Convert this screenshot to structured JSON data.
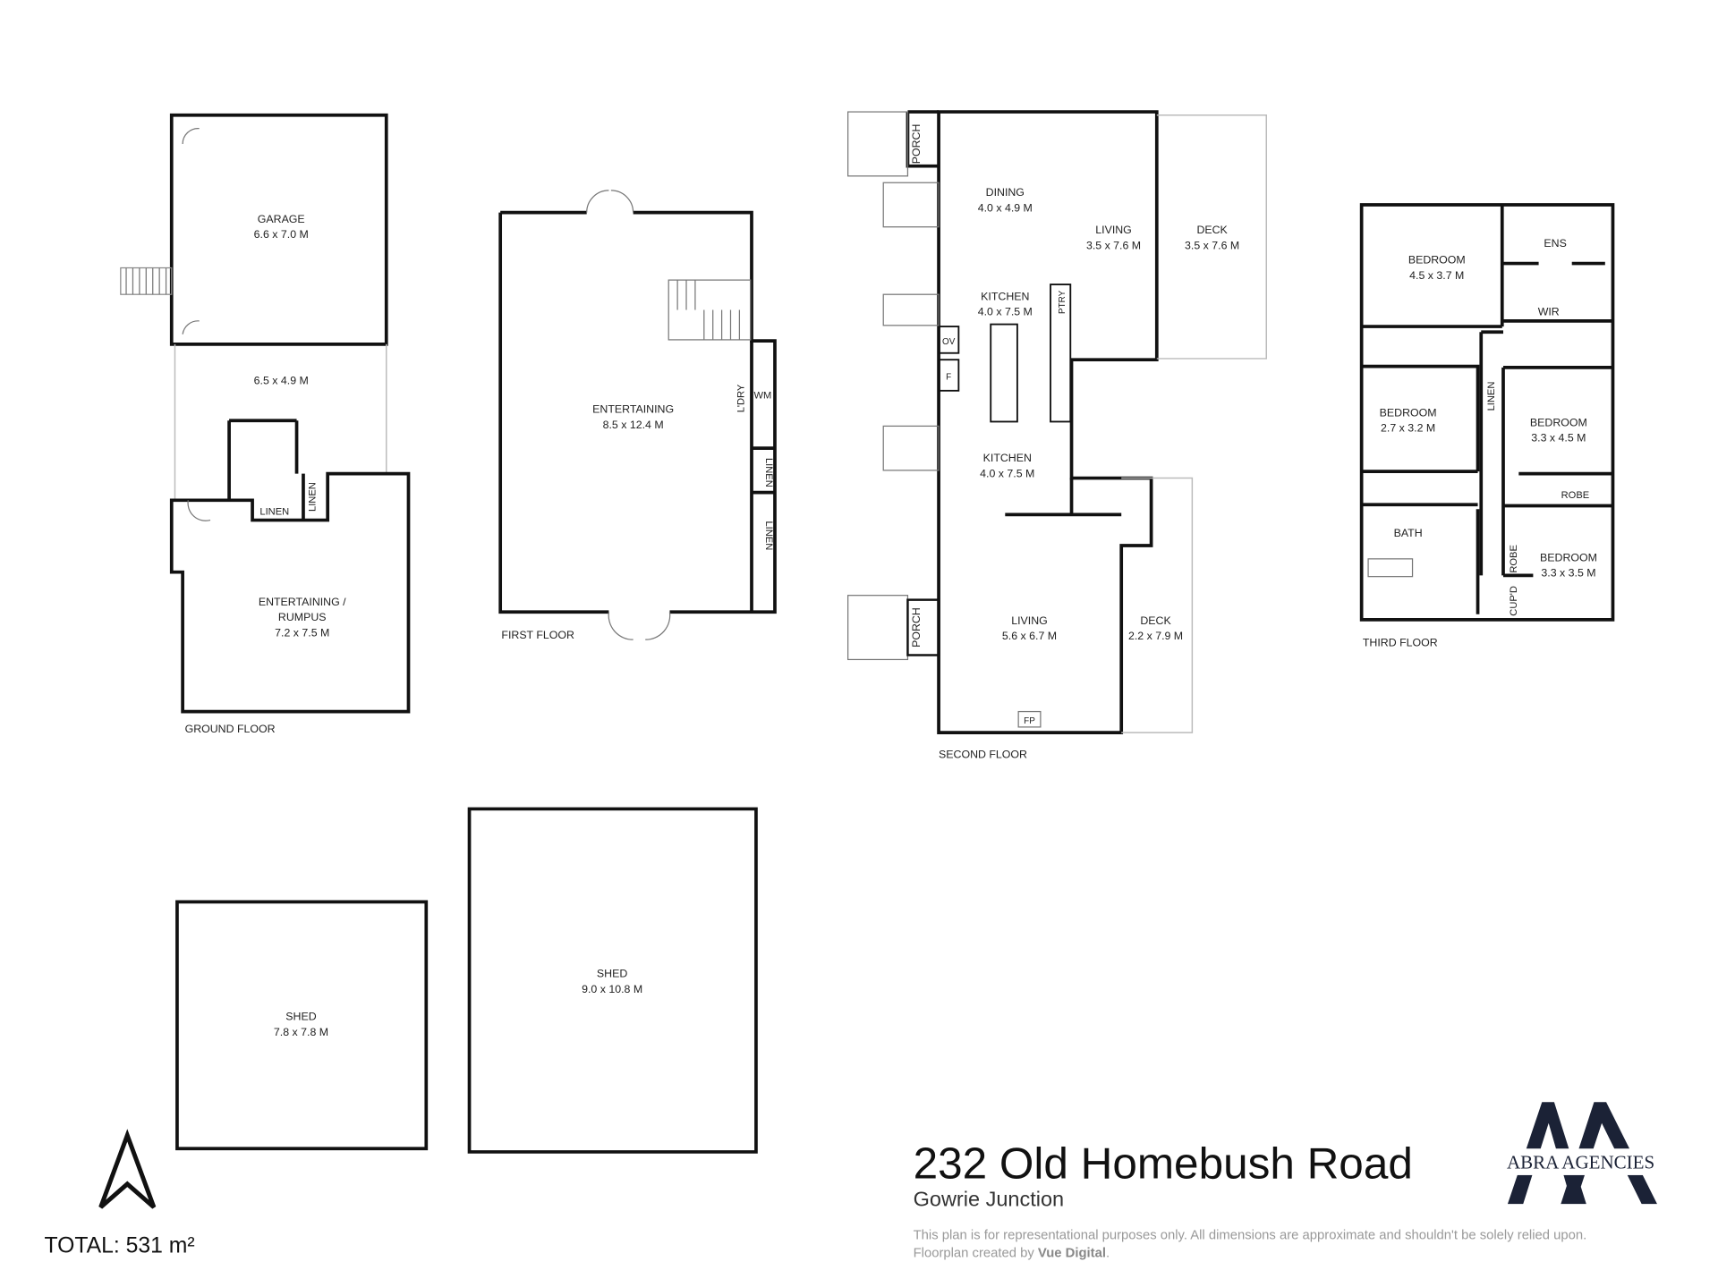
{
  "plan": {
    "ground_floor": {
      "label": "GROUND FLOOR",
      "rooms": [
        {
          "name": "GARAGE",
          "dims": "6.6 x 7.0 M"
        },
        {
          "name": "",
          "dims": "6.5 x 4.9 M"
        },
        {
          "name": "ENTERTAINING /",
          "name2": "RUMPUS",
          "dims": "7.2 x 7.5 M"
        },
        {
          "name": "LINEN"
        },
        {
          "name": "LINEN"
        }
      ]
    },
    "first_floor": {
      "label": "FIRST FLOOR",
      "rooms": [
        {
          "name": "ENTERTAINING",
          "dims": "8.5 x 12.4 M"
        },
        {
          "name": "L'DRY"
        },
        {
          "name": "WM"
        },
        {
          "name": "LINEN"
        },
        {
          "name": "LINEN"
        }
      ]
    },
    "second_floor": {
      "label": "SECOND FLOOR",
      "rooms": [
        {
          "name": "PORCH"
        },
        {
          "name": "DINING",
          "dims": "4.0 x 4.9 M"
        },
        {
          "name": "LIVING",
          "dims": "3.5 x 7.6 M"
        },
        {
          "name": "DECK",
          "dims": "3.5 x 7.6 M"
        },
        {
          "name": "KITCHEN",
          "dims": "4.0 x 7.5 M"
        },
        {
          "name": "PTRY"
        },
        {
          "name": "OV"
        },
        {
          "name": "F"
        },
        {
          "name": "KITCHEN",
          "dims": "4.0 x 7.5 M"
        },
        {
          "name": "LIVING",
          "dims": "5.6 x 6.7 M"
        },
        {
          "name": "DECK",
          "dims": "2.2 x 7.9 M"
        },
        {
          "name": "PORCH"
        },
        {
          "name": "FP"
        }
      ]
    },
    "third_floor": {
      "label": "THIRD FLOOR",
      "rooms": [
        {
          "name": "BEDROOM",
          "dims": "4.5 x 3.7 M"
        },
        {
          "name": "ENS"
        },
        {
          "name": "WIR"
        },
        {
          "name": "BEDROOM",
          "dims": "2.7 x 3.2 M"
        },
        {
          "name": "LINEN"
        },
        {
          "name": "BEDROOM",
          "dims": "3.3 x 4.5 M"
        },
        {
          "name": "ROBE"
        },
        {
          "name": "BATH"
        },
        {
          "name": "ROBE"
        },
        {
          "name": "BEDROOM",
          "dims": "3.3 x 3.5 M"
        },
        {
          "name": "CUP'D"
        }
      ]
    },
    "sheds": [
      {
        "name": "SHED",
        "dims": "7.8 x 7.8 M"
      },
      {
        "name": "SHED",
        "dims": "9.0 x 10.8 M"
      }
    ]
  },
  "footer": {
    "total_label": "TOTAL: 531 m²",
    "address": "232 Old Homebush Road",
    "suburb": "Gowrie Junction",
    "disclaimer": "This plan is for representational purposes only. All dimensions are approximate and shouldn't be solely relied upon.",
    "credit_prefix": "Floorplan created by ",
    "credit_name": "Vue Digital",
    "credit_suffix": "."
  },
  "logo": {
    "text": "ABRA AGENCIES",
    "color": "#1b2236"
  },
  "icons": {
    "north": "north-arrow-icon"
  }
}
